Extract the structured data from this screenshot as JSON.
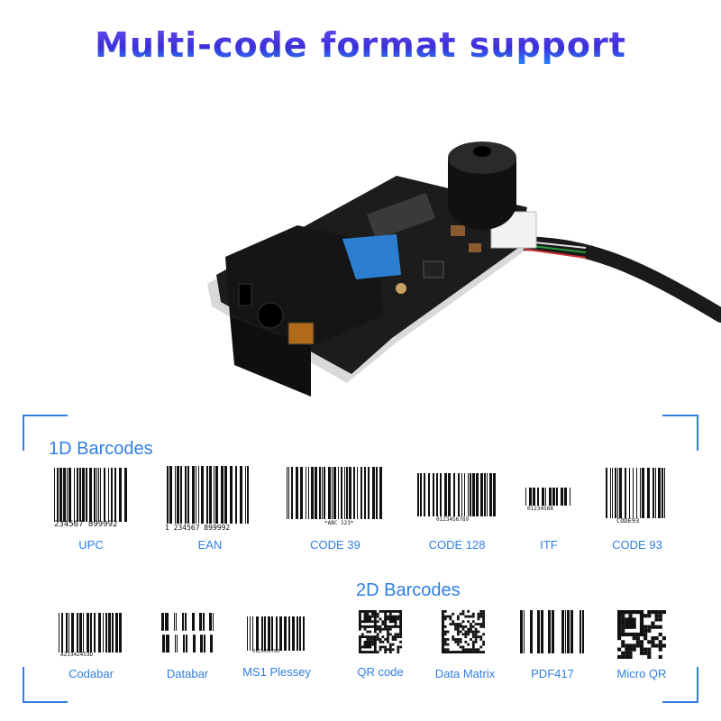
{
  "title": "Multi-code format support",
  "oned": {
    "heading": "1D Barcodes",
    "items": [
      {
        "label": "UPC",
        "digits": "234567 899992"
      },
      {
        "label": "EAN",
        "digits": "1  234567  899992"
      },
      {
        "label": "CODE 39",
        "digits": "*ABC 123*"
      },
      {
        "label": "CODE 128",
        "digits": "0123456789"
      },
      {
        "label": "ITF",
        "digits": "01234568"
      },
      {
        "label": "CODE 93",
        "digits": "CODE93"
      }
    ]
  },
  "twod": {
    "heading": "2D Barcodes",
    "items": [
      {
        "label": "Codabar",
        "digits": "A23342453D"
      },
      {
        "label": "Databar",
        "digits": ""
      },
      {
        "label": "MS1 Plessey",
        "digits": "0123456789"
      },
      {
        "label": "QR code",
        "digits": ""
      },
      {
        "label": "Data Matrix",
        "digits": ""
      },
      {
        "label": "PDF417",
        "digits": ""
      },
      {
        "label": "Micro QR",
        "digits": ""
      }
    ]
  },
  "colors": {
    "accent": "#2f7fe0",
    "title_from": "#6a4ff0",
    "title_to": "#2a86ff"
  }
}
